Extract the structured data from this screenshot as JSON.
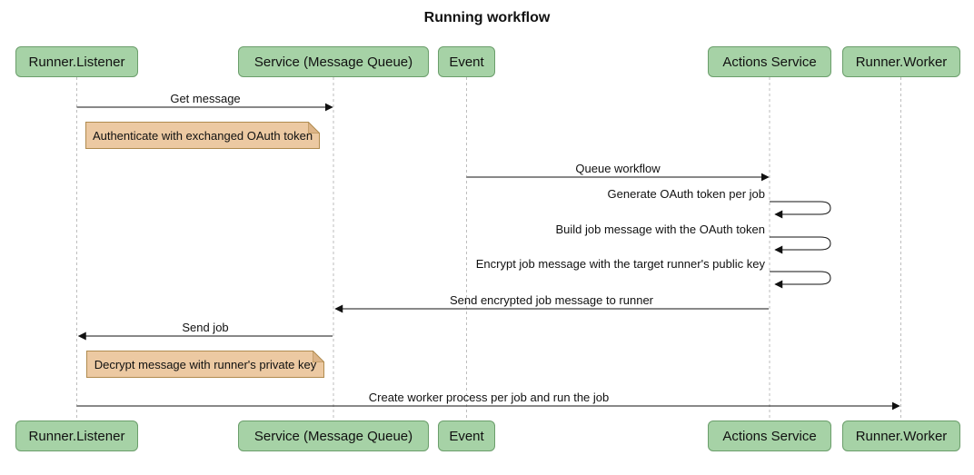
{
  "title": "Running workflow",
  "participants": [
    {
      "label": "Runner.Listener"
    },
    {
      "label": "Service (Message Queue)"
    },
    {
      "label": "Event"
    },
    {
      "label": "Actions Service"
    },
    {
      "label": "Runner.Worker"
    }
  ],
  "messages": [
    {
      "label": "Get message",
      "from": "Runner.Listener",
      "to": "Service (Message Queue)"
    },
    {
      "label": "Queue workflow",
      "from": "Event",
      "to": "Actions Service"
    },
    {
      "label": "Generate OAuth token per job",
      "from": "Actions Service",
      "to": "Actions Service"
    },
    {
      "label": "Build job message with the OAuth token",
      "from": "Actions Service",
      "to": "Actions Service"
    },
    {
      "label": "Encrypt job message with the target runner's public key",
      "from": "Actions Service",
      "to": "Actions Service"
    },
    {
      "label": "Send encrypted job message to runner",
      "from": "Actions Service",
      "to": "Service (Message Queue)"
    },
    {
      "label": "Send job",
      "from": "Service (Message Queue)",
      "to": "Runner.Listener"
    },
    {
      "label": "Create worker process per job and run the job",
      "from": "Runner.Listener",
      "to": "Runner.Worker"
    }
  ],
  "notes": [
    {
      "label": "Authenticate with exchanged OAuth token"
    },
    {
      "label": "Decrypt message with runner's private key"
    }
  ],
  "colors": {
    "participant_fill": "#a6d2a6",
    "participant_border": "#6b9e6b",
    "note_fill": "#ecc9a2",
    "note_border": "#b08b4f",
    "note_fold": "#dcb488",
    "lifeline": "#bdbdbd",
    "arrow": "#111111"
  }
}
